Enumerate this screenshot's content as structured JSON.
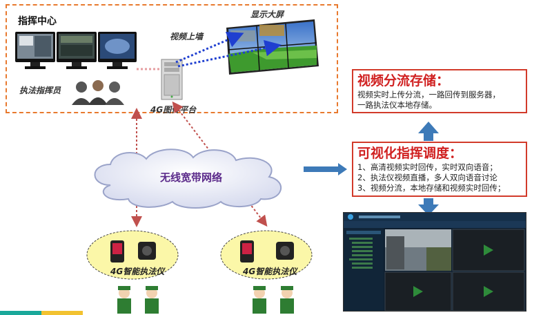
{
  "command_center": {
    "title": "指挥中心",
    "display_wall_label": "显示大屏",
    "video_to_wall_label": "视频上墙",
    "operator_label": "执法指挥员",
    "platform_label": "4G图传平台"
  },
  "network": {
    "label": "无线宽带网络"
  },
  "devices": [
    {
      "label": "4G智能执法仪"
    },
    {
      "label": "4G智能执法仪"
    }
  ],
  "storage_panel": {
    "title": "视频分流存储：",
    "lines": [
      "视频实时上传分流，一路回传到服务器，",
      "一路执法仪本地存储。"
    ]
  },
  "dispatch_panel": {
    "title": "可视化指挥调度：",
    "lines": [
      "1、高清视频实时回传，实时双向语音；",
      "2、执法仪视频直播，多人双向语音讨论",
      "3、视频分流，本地存储和视频实时回传；"
    ]
  },
  "colors": {
    "accent_orange": "#e8792e",
    "panel_red": "#d23a2a",
    "arrow_blue": "#3d7ab8",
    "link_red": "#c0504d",
    "link_blue": "#1f3fd0",
    "ellipse_fill": "#fbf7a8"
  }
}
